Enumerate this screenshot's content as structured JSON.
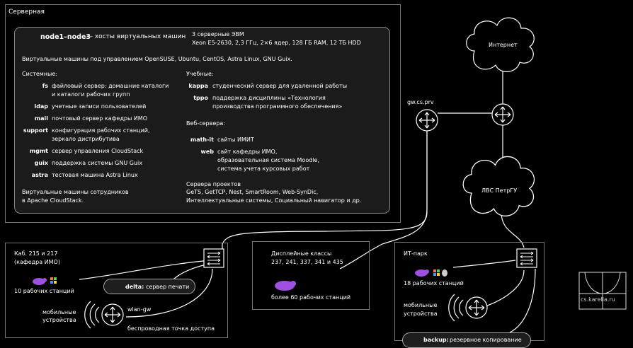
{
  "server_room": {
    "title": "Серверная",
    "hosts_title": "node1–node3",
    "hosts_desc": "— хосты виртуальных машин",
    "hw_line1": "3 серверные ЭВМ",
    "hw_line2": "Xeon E5-2630, 2,3 ГГц, 2×6 ядер, 128 ГБ RAM, 12 ТБ HDD",
    "vm_os": "Виртуальные машины под управлением OpenSUSE, Ubuntu, CentOS, Astra Linux, GNU Guix.",
    "system_header": "Системные:",
    "system": [
      {
        "name": "fs",
        "desc": [
          "файловый сервер: домашние каталоги",
          "и каталоги рабочих групп"
        ]
      },
      {
        "name": "ldap",
        "desc": [
          "учетные записи пользователей"
        ]
      },
      {
        "name": "mail",
        "desc": [
          "почтовый сервер кафедры ИМО"
        ]
      },
      {
        "name": "support",
        "desc": [
          "конфигурация рабочих станций,",
          "зеркало дистрибутива"
        ]
      },
      {
        "name": "mgmt",
        "desc": [
          "сервер управления CloudStack"
        ]
      },
      {
        "name": "guix",
        "desc": [
          "поддержка системы GNU Guix"
        ]
      },
      {
        "name": "astra",
        "desc": [
          "тестовая машина Astra Linux"
        ]
      }
    ],
    "staff_vms": [
      "Виртуальные машины сотрудников",
      "в Apache CloudStack."
    ],
    "edu_header": "Учебные:",
    "edu": [
      {
        "name": "kappa",
        "desc": [
          "студенческий сервер для удаленной работы"
        ]
      },
      {
        "name": "tppo",
        "desc": [
          "поддержка дисциплины «Технология",
          "производства программного обеспечения»"
        ]
      }
    ],
    "web_header": "Веб-сервера:",
    "web": [
      {
        "name": "math-it",
        "desc": [
          "сайты ИМИТ"
        ]
      },
      {
        "name": "web",
        "desc": [
          "сайт кафедры ИМО,",
          "образовательная система Moodle,",
          "система учета курсовых работ"
        ]
      }
    ],
    "projects_header": "Сервера проектов",
    "projects": [
      "GeTS, GetTCP, Nest, SmartRoom, Web-SynDic,",
      "Интеллектуальные системы, Социальный навигатор и др."
    ]
  },
  "gateway": "gw.cs.prv",
  "internet": "Интернет",
  "lan": "ЛВС ПетрГУ",
  "cab": {
    "title": [
      "Каб. 215 и 217",
      "(кафедра ИМО)"
    ],
    "workstations": "10 рабочих станций",
    "print_name": "delta:",
    "print_desc": "сервер печати",
    "mobile": [
      "мобильные",
      "устройства"
    ],
    "wlan_name": "wlan-gw",
    "wlan_desc": "беспроводная точка доступа"
  },
  "display": {
    "title": [
      "Дисплейные классы",
      "237, 241, 337, 341 и 435"
    ],
    "workstations": "более 60 рабочих станций"
  },
  "itpark": {
    "title": "ИТ-парк",
    "workstations": "18 рабочих станций",
    "mobile": [
      "мобильные",
      "устройства"
    ],
    "backup_name": "backup:",
    "backup_desc": "резервное копирование"
  },
  "logo_text": "cs.karelia.ru",
  "colors": {
    "suse": "#a050e0",
    "bg": "#000000",
    "panel": "#1b1b1b"
  }
}
